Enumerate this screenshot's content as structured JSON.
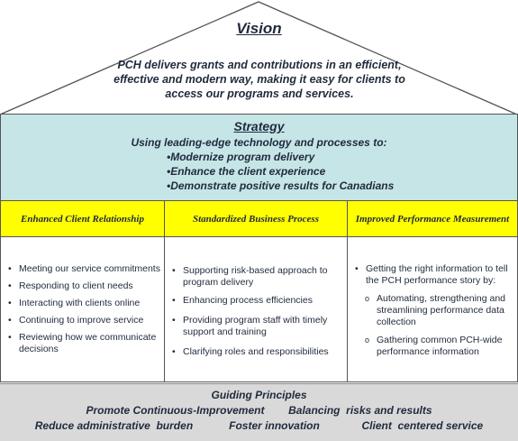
{
  "vision": {
    "title": "Vision",
    "line1": "PCH delivers grants and contributions in an efficient,",
    "line2": "effective and modern way, making it easy for clients to",
    "line3": "access our programs and services."
  },
  "strategy": {
    "title": "Strategy",
    "intro": "Using leading-edge technology and processes to:",
    "items": [
      "Modernize program delivery",
      "Enhance the client experience",
      "Demonstrate positive results for Canadians"
    ]
  },
  "pillars": [
    {
      "title": "Enhanced Client Relationship",
      "items": [
        [
          "Meeting our service commitments"
        ],
        [
          "Responding to client needs"
        ],
        [
          "Interacting with clients online"
        ],
        [
          "Continuing to improve service"
        ],
        [
          "Reviewing how we communicate",
          "decisions"
        ]
      ]
    },
    {
      "title": "Standardized Business Process",
      "items": [
        [
          "Supporting risk-based approach to",
          "program delivery"
        ],
        [
          "Enhancing  process efficiencies"
        ],
        [
          "Providing  program staff with timely",
          "support and training"
        ],
        [
          "Clarifying roles and responsibilities"
        ]
      ]
    },
    {
      "title": "Improved Performance Measurement",
      "intro": [
        "Getting the right information to tell",
        "the PCH performance story by:"
      ],
      "items": [
        [
          "Automating, strengthening and",
          "streamlining performance data",
          "collection"
        ],
        [
          "Gathering common PCH-wide",
          "performance information"
        ]
      ]
    }
  ],
  "principles": {
    "title": "Guiding Principles",
    "row1": "Promote Continuous-Improvement        Balancing  risks and results",
    "row2": "Reduce administrative  burden            Foster innovation              Client  centered service"
  }
}
